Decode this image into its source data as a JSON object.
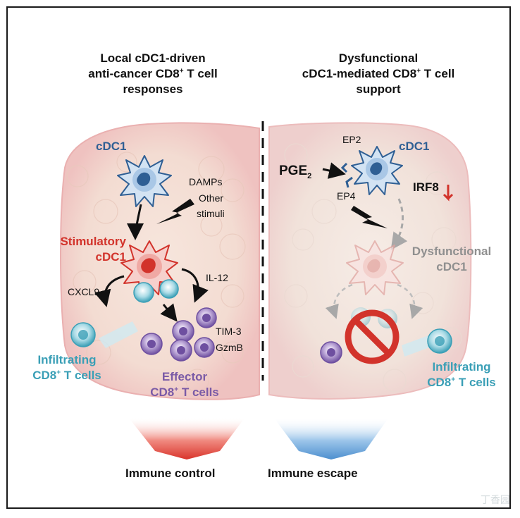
{
  "left_panel": {
    "title_line1": "Local cDC1-driven",
    "title_line2_pre": "anti-cancer CD8",
    "title_line2_sup": "+",
    "title_line2_post": " T cell",
    "title_line3": "responses",
    "cdc1": "cDC1",
    "damps": "DAMPs",
    "other": "Other",
    "stimuli": "stimuli",
    "stimulatory1": "Stimulatory",
    "stimulatory2": "cDC1",
    "cxcl9": "CXCL9",
    "il12": "IL-12",
    "tim3": "TIM-3",
    "gzmb": "GzmB",
    "infiltrating1": "Infiltrating",
    "infiltrating2_pre": "CD8",
    "infiltrating2_sup": "+",
    "infiltrating2_post": " T cells",
    "effector1": "Effector",
    "effector2_pre": "CD8",
    "effector2_sup": "+",
    "effector2_post": " T cells",
    "outcome": "Immune control"
  },
  "right_panel": {
    "title_line1": "Dysfunctional",
    "title_line2_pre": "cDC1-mediated CD8",
    "title_line2_sup": "+",
    "title_line2_post": " T cell",
    "title_line3": "support",
    "ep2": "EP2",
    "ep4": "EP4",
    "pge_main": "PGE",
    "pge_sub": "2",
    "cdc1": "cDC1",
    "irf8": "IRF8",
    "dysfunctional1": "Dysfunctional",
    "dysfunctional2": "cDC1",
    "infiltrating1": "Infiltrating",
    "infiltrating2_pre": "CD8",
    "infiltrating2_sup": "+",
    "infiltrating2_post": " T cells",
    "outcome": "Immune escape"
  },
  "colors": {
    "cdc1_blue": "#2f5f94",
    "stimulatory_red": "#d2332b",
    "t_cell_teal": "#3a9fb6",
    "effector_purple": "#7a5aa6",
    "dysfunctional_grey": "#8f8f8f",
    "tumor_pink": "#f3c4c4",
    "no_sign_red": "#d2332b",
    "control_arrow_red": "#e0413a",
    "escape_arrow_blue": "#5b9bd5"
  },
  "icons": [
    "lightning-bolt-icon",
    "no-symbol-icon",
    "down-arrow-icon",
    "tumor-mass-icon"
  ],
  "watermark": "丁香园"
}
